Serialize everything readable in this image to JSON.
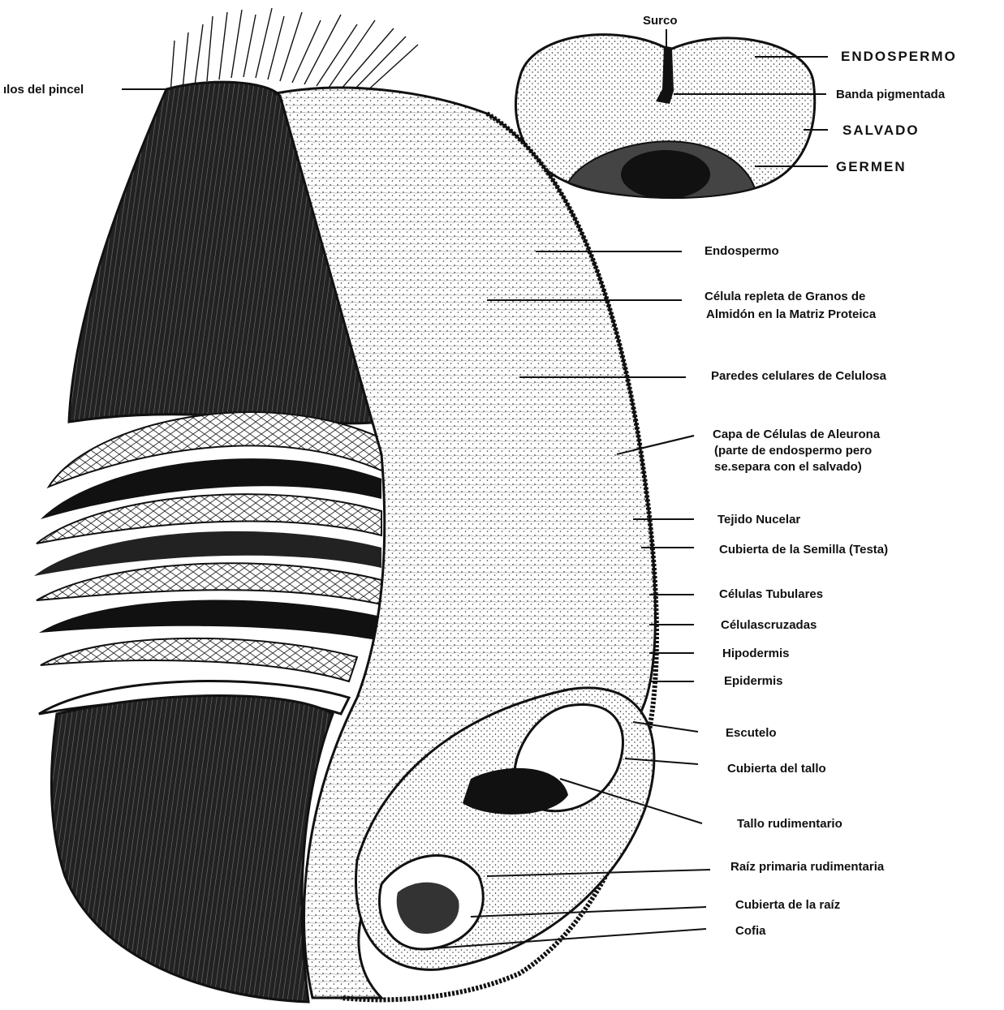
{
  "diagram": {
    "cross_section": {
      "labels": {
        "surco": "Surco",
        "endospermo": "ENDOSPERMO",
        "banda": "Banda  pigmentada",
        "salvado": "SALVADO",
        "germen": "GERMEN"
      }
    },
    "main": {
      "labels": {
        "pincel": "ılos del pincel",
        "endospermo": "Endospermo",
        "celula_1": "Célula repleta de Granos  de",
        "celula_2": "Almidón  en  la Matriz Proteica",
        "paredes": "Paredes  celulares de Celulosa",
        "capa_1": "Capa de Células de Aleurona",
        "capa_2": "(parte  de  endospermo  pero",
        "capa_3": "se.separa con el salvado)",
        "tejido": "Tejido Nucelar",
        "cubierta_semilla": "Cubierta de la Semilla (Testa)",
        "tubulares": "Células Tubulares",
        "cruzadas": "Célulascruzadas",
        "hipodermis": "Hipodermis",
        "epidermis": "Epidermis",
        "escutelo": "Escutelo",
        "cubierta_tallo": "Cubierta   del tallo",
        "tallo": "Tallo  rudimentario",
        "raiz": "Raíz  primaria rudimentaria",
        "cubierta_raiz": "Cubierta de la raíz",
        "cofia": "Cofia"
      }
    },
    "colors": {
      "ink": "#111111",
      "paper": "#ffffff"
    }
  }
}
